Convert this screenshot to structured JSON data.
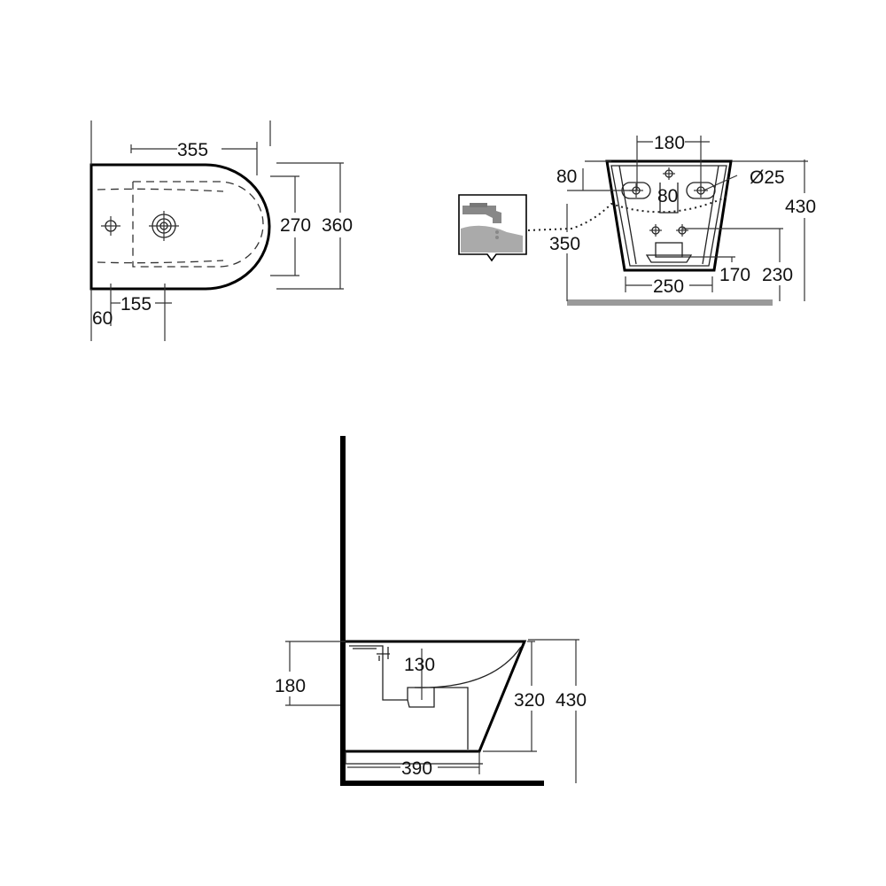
{
  "top_view": {
    "d_length": "355",
    "d_inner_width": "270",
    "d_width": "360",
    "d_hole_offset": "155",
    "d_edge_offset": "60"
  },
  "back_view": {
    "d_fixing_spacing": "180",
    "d_fixing_height_left": "80",
    "d_fixing_height_center": "80",
    "d_pipe_diameter": "Ø25",
    "d_height": "430",
    "d_supply_height": "350",
    "d_waste_spacing": "250",
    "d_waste_height": "170",
    "d_outlet_height": "230"
  },
  "side_view": {
    "d_fixing_height": "180",
    "d_outlet_depth": "130",
    "d_rim_height": "320",
    "d_overall_height": "430",
    "d_projection": "390"
  },
  "icons": {
    "tap": "water-tap-icon"
  },
  "colors": {
    "line": "#000000",
    "floor": "#9a9a9a"
  }
}
